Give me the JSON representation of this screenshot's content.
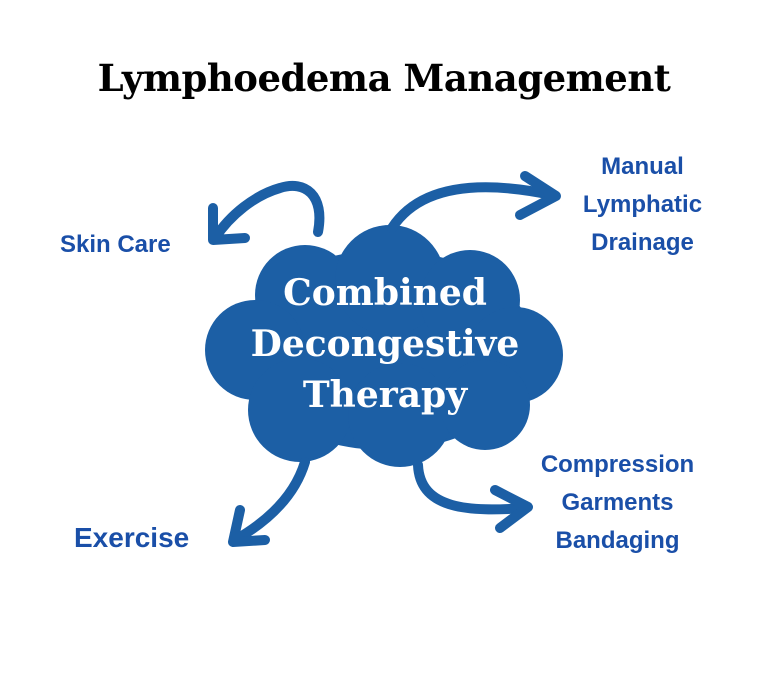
{
  "title": "Lymphoedema Management",
  "center": {
    "lines": [
      "Combined",
      "Decongestive",
      "Therapy"
    ]
  },
  "labels": {
    "skin_care": "Skin Care",
    "mld": [
      "Manual",
      "Lymphatic",
      "Drainage"
    ],
    "exercise": "Exercise",
    "compression": [
      "Compression",
      "Garments",
      "Bandaging"
    ]
  },
  "colors": {
    "cloud": "#1c5fa5",
    "label": "#1a4fa8"
  }
}
